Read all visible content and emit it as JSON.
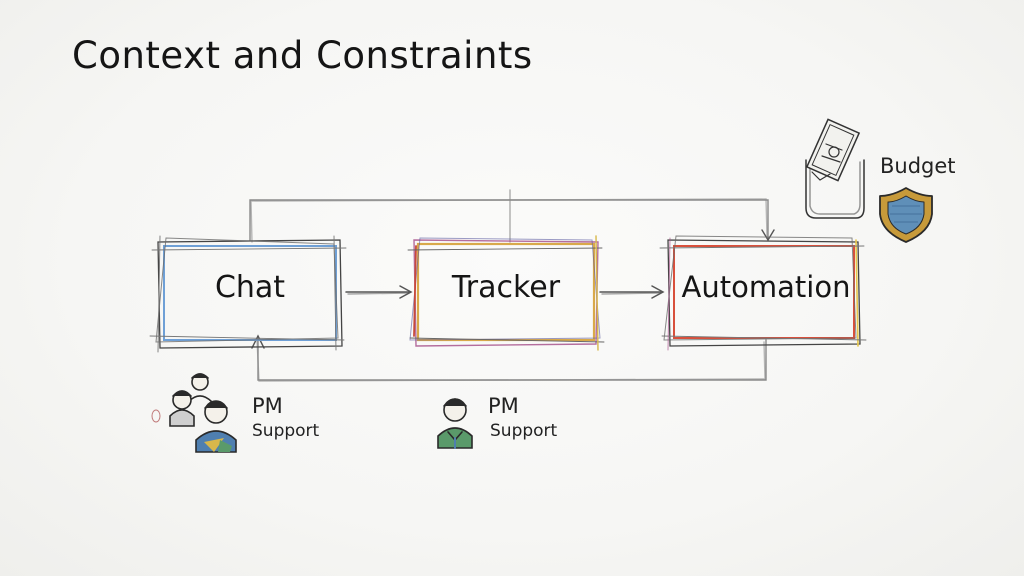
{
  "slide": {
    "title": "Context and Constraints"
  },
  "nodes": {
    "chat": {
      "label": "Chat",
      "accent_color": "#6fa0d6"
    },
    "tracker": {
      "label": "Tracker",
      "accent_color": "#d9a94a"
    },
    "automation": {
      "label": "Automation",
      "accent_color": "#d8503c"
    }
  },
  "groups": {
    "chat_team": {
      "primary": "PM",
      "secondary": "Support",
      "icon": "people-group-icon"
    },
    "tracker_team": {
      "primary": "PM",
      "secondary": "Support",
      "icon": "person-icon"
    }
  },
  "constraints": {
    "budget": {
      "label": "Budget",
      "icons": [
        "money-bag-icon",
        "shield-icon"
      ]
    }
  },
  "colors": {
    "stroke": "#555555",
    "light_stroke": "#8a8a8a",
    "shield_gold": "#c79a3a",
    "shield_blue": "#5f8fb8",
    "person_green": "#5a9a6a",
    "person_blue": "#4f7fb0",
    "person_yellow": "#d8b74a"
  }
}
